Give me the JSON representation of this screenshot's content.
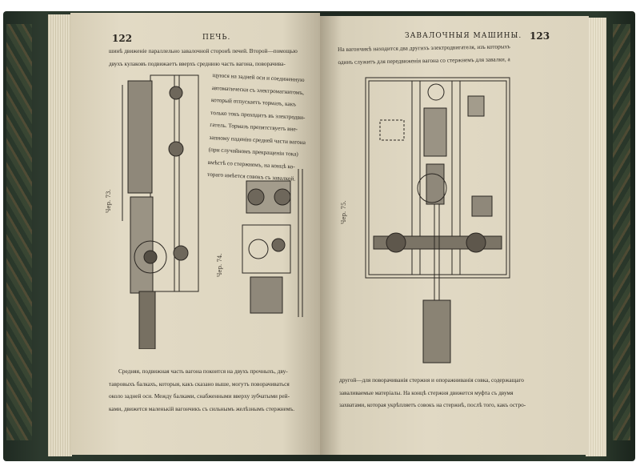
{
  "left_page": {
    "page_number": "122",
    "running_head": "ПЕЧЬ.",
    "top_text": [
      "шинѣ движенiе параллельно завалочной сторонѣ печей. Второй—помощью",
      "двухъ кулаковъ подвижаетъ вверхъ среднюю часть вагона, поворачива-"
    ],
    "side_text": [
      "щуюся на задней оси и соединенную",
      "автоматически съ электромагнитомъ,",
      "который отпускаетъ тормазъ, какъ",
      "только токъ проходитъ въ электродви-",
      "гатель. Тормазъ препятствуетъ вне-",
      "запному паденiю средней части вагона",
      "(при случайномъ прекращенiи тока)",
      "вмѣстѣ со стержнемъ, на концѣ ко-",
      "тораго имѣется совокъ съ завалкой."
    ],
    "figure_73_caption": "Чер. 73.",
    "figure_74_caption": "Чер. 74.",
    "bottom_text": [
      "Средняя, подвижная часть вагона покоится на двухъ прочныхъ, дву-",
      "тавровыхъ балкахъ, которыя, какъ сказано выше, могутъ поворачиваться",
      "около задней оси. Между балками, снабженными вверху зубчатыми рей-",
      "ками, движется маленькiй вагончикъ съ сильнымъ желѣзнымъ стержнемъ."
    ]
  },
  "right_page": {
    "page_number": "123",
    "running_head": "ЗАВАЛОЧНЫЯ МАШИНЫ.",
    "top_text": [
      "На вагончикѣ находится два другихъ электродвигателя, изъ которыхъ",
      "одинъ служитъ для передвиженiя вагона со стержнемъ для завалки, а"
    ],
    "figure_75_caption": "Чер. 75.",
    "bottom_text": [
      "другой—для поворачиванiя стержня и опоражниванiя совка, содержащаго",
      "заваливаемые матерiалы. На концѣ стержня движется муфта съ двумя",
      "захватами, которая укрѣпляетъ совокъ на стержнѣ, послѣ того, какъ остро-"
    ]
  }
}
